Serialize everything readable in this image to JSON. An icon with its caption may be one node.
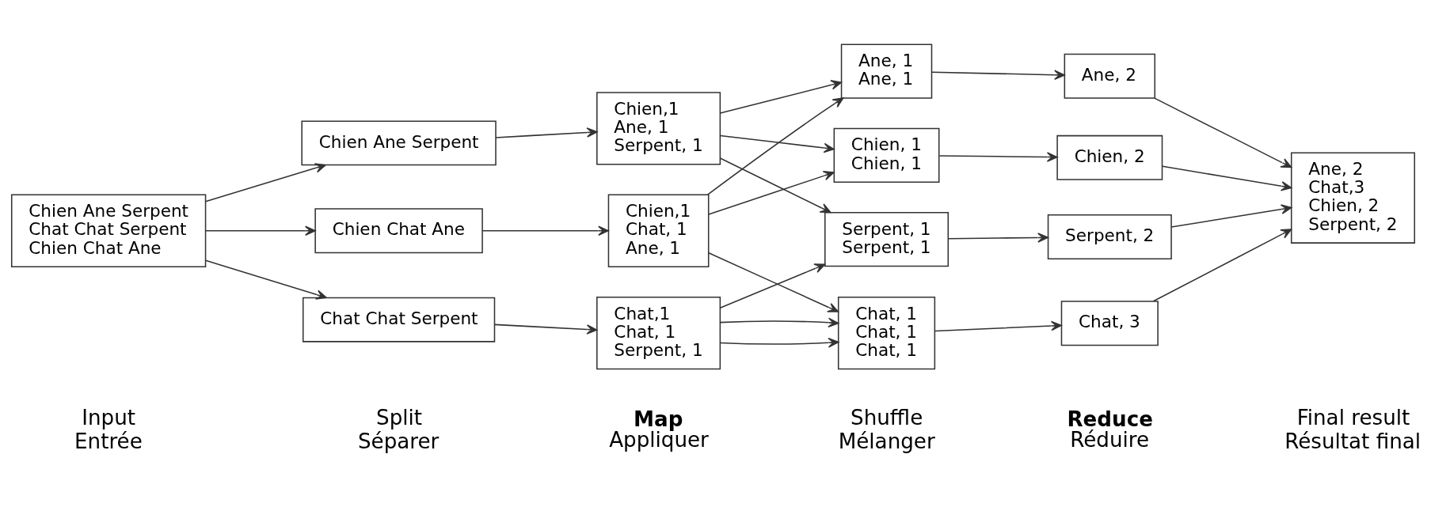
{
  "diagram": {
    "nodes": [
      {
        "text": [
          "Chien Ane Serpent",
          "Chat Chat Serpent",
          "Chien Chat Ane"
        ]
      },
      {
        "text": [
          "Chien Ane Serpent"
        ]
      },
      {
        "text": [
          "Chat Chat Serpent"
        ]
      },
      {
        "text": [
          "Chien Chat Ane"
        ]
      },
      {
        "text": [
          "Chien,1",
          "Ane, 1",
          "Serpent, 1"
        ]
      },
      {
        "text": [
          "Chat,1",
          "Chat, 1",
          "Serpent, 1"
        ]
      },
      {
        "text": [
          "Chien,1",
          "Chat, 1",
          "Ane, 1"
        ]
      },
      {
        "text": [
          "Ane, 1",
          "Ane, 1"
        ]
      },
      {
        "text": [
          "Chat, 1",
          "Chat, 1",
          "Chat, 1"
        ]
      },
      {
        "text": [
          "Chien, 1",
          "Chien, 1"
        ]
      },
      {
        "text": [
          "Serpent, 1",
          "Serpent, 1"
        ]
      },
      {
        "text": [
          "Ane, 2"
        ]
      },
      {
        "text": [
          "Chat, 3"
        ]
      },
      {
        "text": [
          "Chien, 2"
        ]
      },
      {
        "text": [
          "Serpent, 2"
        ]
      },
      {
        "text": [
          "Ane, 2",
          "Chat,3",
          "Chien, 2",
          "Serpent, 2"
        ]
      }
    ],
    "edges": [
      {
        "from": 0,
        "to": 1,
        "arrow": "to"
      },
      {
        "from": 0,
        "to": 2,
        "arrow": "to"
      },
      {
        "from": 0,
        "to": 3,
        "arrow": "to"
      },
      {
        "from": 1,
        "to": 4,
        "arrow": "to"
      },
      {
        "from": 2,
        "to": 5,
        "arrow": "to"
      },
      {
        "from": 3,
        "to": 6,
        "arrow": "to"
      },
      {
        "from": 4,
        "to": 7,
        "arrow": "to"
      },
      {
        "from": 4,
        "to": 9,
        "arrow": "to"
      },
      {
        "from": 4,
        "to": 10,
        "arrow": "to"
      },
      {
        "from": 5,
        "to": 8,
        "arrow": "to"
      },
      {
        "from": 5,
        "to": 8,
        "arrow": "to"
      },
      {
        "from": 5,
        "to": 10,
        "arrow": "to"
      },
      {
        "from": 6,
        "to": 9,
        "arrow": "to"
      },
      {
        "from": 6,
        "to": 8,
        "arrow": "to"
      },
      {
        "from": 6,
        "to": 7,
        "arrow": "to"
      },
      {
        "from": 7,
        "to": 11,
        "arrow": "to"
      },
      {
        "from": 8,
        "to": 12,
        "arrow": "to"
      },
      {
        "from": 9,
        "to": 13,
        "arrow": "to"
      },
      {
        "from": 10,
        "to": 14,
        "arrow": "to"
      },
      {
        "from": 11,
        "to": 15,
        "arrow": "to"
      },
      {
        "from": 12,
        "to": 15,
        "arrow": "to"
      },
      {
        "from": 13,
        "to": 15,
        "arrow": "to"
      },
      {
        "from": 14,
        "to": 15,
        "arrow": "to"
      }
    ],
    "labels": [
      "Input",
      "Split",
      "Map",
      "Shuffle",
      "Reduce",
      "Final result",
      "Entrée",
      "Séparer",
      "Appliquer",
      "Mélanger",
      "Réduire",
      "Résultat final"
    ]
  }
}
